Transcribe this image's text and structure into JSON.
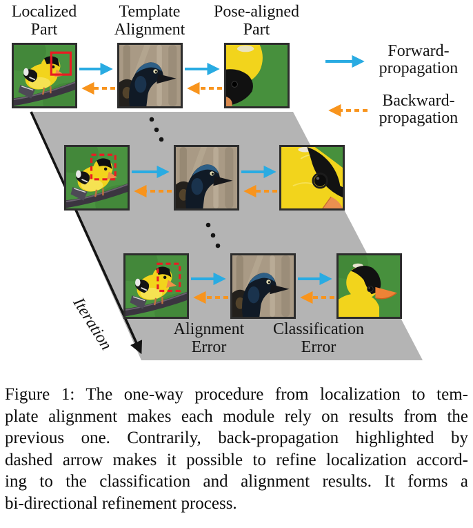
{
  "colors": {
    "forward": "#29ABE2",
    "backward": "#F8941D",
    "box": "#E91C23",
    "plane": "#B4B4B4",
    "ink": "#141414"
  },
  "header_labels": [
    {
      "line1": "Localized",
      "line2": "Part"
    },
    {
      "line1": "Template",
      "line2": "Alignment"
    },
    {
      "line1": "Pose-aligned",
      "line2": "Part"
    }
  ],
  "legend": {
    "forward": {
      "line1": "Forward-",
      "line2": "propagation"
    },
    "backward": {
      "line1": "Backward-",
      "line2": "propagation"
    }
  },
  "iteration_label": "Iteration",
  "error_labels": [
    {
      "line1": "Alignment",
      "line2": "Error"
    },
    {
      "line1": "Classification",
      "line2": "Error"
    }
  ],
  "images": {
    "localized": "goldfinch on branch with red localization box",
    "template": "grackle head template",
    "aligned_row1": "misaligned goldfinch part crop",
    "aligned_row2": "coarse goldfinch head crop",
    "aligned_row3": "pose-aligned goldfinch head"
  },
  "caption": {
    "lines": [
      "Figure 1: The one-way procedure from localization to tem-",
      "plate alignment makes each module rely on results from the",
      "previous one.  Contrarily, back-propagation highlighted by",
      "dashed arrow makes it possible to refine localization accord-",
      "ing to the classification and alignment results.  It forms a",
      "bi-directional refinement process."
    ]
  }
}
